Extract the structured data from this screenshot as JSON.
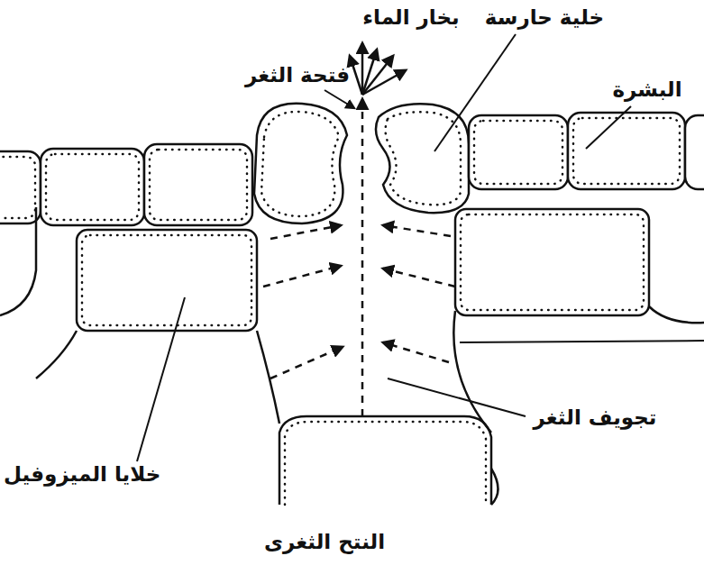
{
  "diagram": {
    "caption": "النتح الثغرى",
    "labels": [
      "خلية حارسة",
      "بخار الماء",
      "فتحة الثغر",
      "البشرة",
      "خلايا الميزوفيل",
      "تجويف الثغر"
    ]
  }
}
